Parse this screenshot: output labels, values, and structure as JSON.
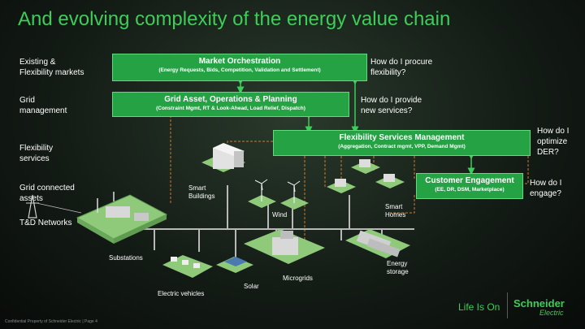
{
  "title": "And evolving complexity of the energy value chain",
  "row_labels": [
    "Existing  &\nFlexibility markets",
    "Grid\nmanagement",
    "Flexibility\nservices",
    "Grid connected\nassets",
    "T&D Networks"
  ],
  "boxes": {
    "market": {
      "title": "Market Orchestration",
      "subtitle": "(Energy Requests, Bids, Competition, Validation and Settlement)"
    },
    "grid": {
      "title": "Grid Asset, Operations & Planning",
      "subtitle": "(Constraint Mgmt, RT & Look-Ahead, Load Relief, Dispatch)"
    },
    "flex": {
      "title": "Flexibility Services Management",
      "subtitle": "(Aggregation, Contract mgmt, VPP, Demand Mgmt)"
    },
    "customer": {
      "title": "Customer Engagement",
      "subtitle": "(EE, DR, DSM, Marketplace)"
    }
  },
  "questions": [
    "How do I procure\nflexibility?",
    "How do I provide\nnew services?",
    "How do I\noptimize\nDER?",
    "How do I\nengage?"
  ],
  "assets": {
    "smart_buildings": "Smart\nBuildings",
    "wind": "Wind",
    "smart_homes": "Smart\nHomes",
    "substations": "Substations",
    "electric_vehicles": "Electric vehicles",
    "solar": "Solar",
    "microgrids": "Microgrids",
    "energy_storage": "Energy\nstorage"
  },
  "footer": "Confidential Property of Schneider Electric | Page 4",
  "logo": {
    "tagline": "Life Is On",
    "name": "Schneider",
    "sub": "Electric"
  },
  "colors": {
    "accent": "#3dcd58",
    "box": "#25a244",
    "dashed": "#d07a2a"
  }
}
